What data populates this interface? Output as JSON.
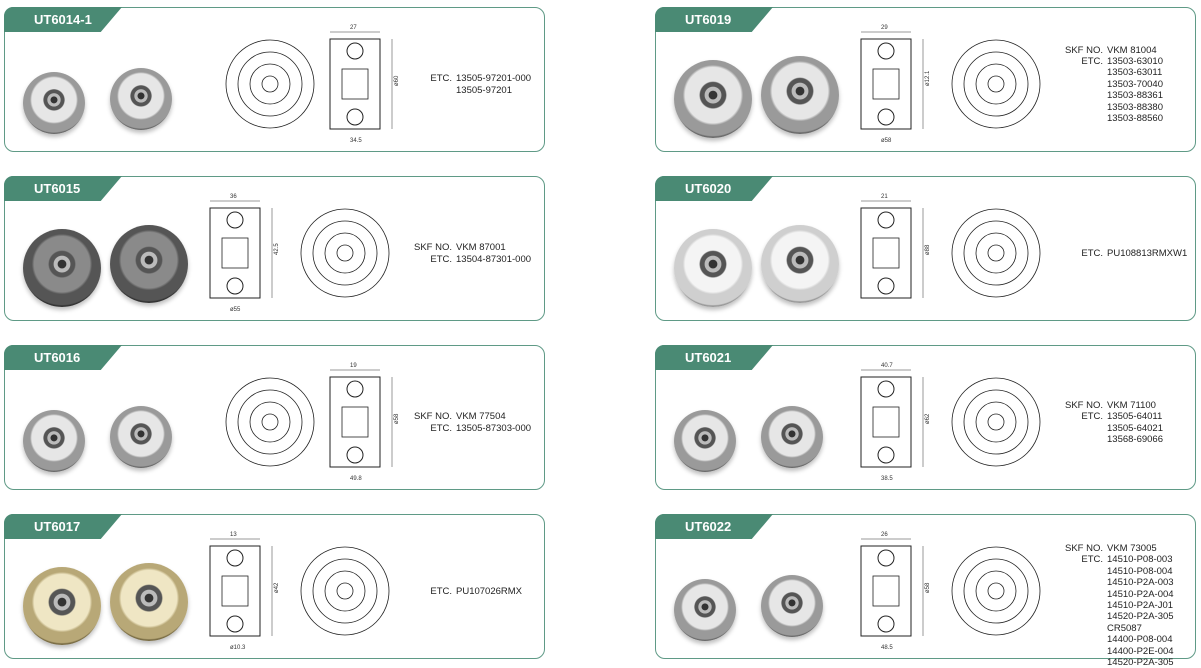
{
  "accent_color": "#4a8a74",
  "border_color": "#5f9a86",
  "products": [
    {
      "id": "UT6014-1",
      "skf": "",
      "etc": [
        "13505-97201-000",
        "13505-97201"
      ],
      "dims": [
        "27",
        "ø60",
        "34.5"
      ],
      "finish": "steel",
      "style": "bracket"
    },
    {
      "id": "UT6019",
      "skf": "VKM 81004",
      "etc": [
        "13503-63010",
        "13503-63011",
        "13503-70040",
        "13503-88361",
        "13503-88380",
        "13503-88560"
      ],
      "dims": [
        "29",
        "ø12.1",
        "ø58"
      ],
      "finish": "steel",
      "style": "round"
    },
    {
      "id": "UT6015",
      "skf": "VKM 87001",
      "etc": [
        "13504-87301-000"
      ],
      "dims": [
        "36",
        "42.5",
        "ø55"
      ],
      "finish": "dark",
      "style": "round"
    },
    {
      "id": "UT6020",
      "skf": "",
      "etc": [
        "PU108813RMXW1"
      ],
      "dims": [
        "21",
        "ø88"
      ],
      "finish": "bright",
      "style": "round"
    },
    {
      "id": "UT6016",
      "skf": "VKM 77504",
      "etc": [
        "13505-87303-000"
      ],
      "dims": [
        "19",
        "ø58",
        "49.8"
      ],
      "finish": "steel",
      "style": "bracket"
    },
    {
      "id": "UT6021",
      "skf": "VKM 71100",
      "etc": [
        "13505-64011",
        "13505-64021",
        "13568-69066"
      ],
      "dims": [
        "40.7",
        "ø62",
        "38.5"
      ],
      "finish": "steel",
      "style": "bracket"
    },
    {
      "id": "UT6017",
      "skf": "",
      "etc": [
        "PU107026RMX"
      ],
      "dims": [
        "13",
        "ø42",
        "ø10.3"
      ],
      "finish": "gold",
      "style": "round"
    },
    {
      "id": "UT6022",
      "skf": "VKM 73005",
      "etc": [
        "14510-P08-003",
        "14510-P08-004",
        "14510-P2A-003",
        "14510-P2A-004",
        "14510-P2A-J01",
        "14520-P2A-305",
        "CR5087",
        "14400-P08-004",
        "14400-P2E-004",
        "14520-P2A-305"
      ],
      "dims": [
        "26",
        "ø58",
        "48.5"
      ],
      "finish": "steel",
      "style": "bracket"
    }
  ],
  "labels": {
    "skf": "SKF NO.",
    "etc": "ETC."
  }
}
